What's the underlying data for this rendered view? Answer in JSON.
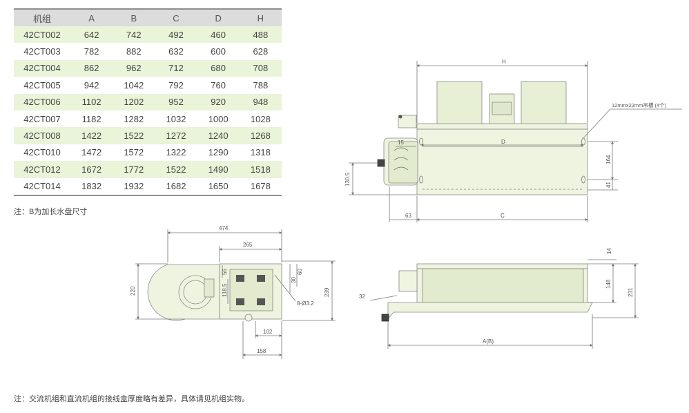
{
  "table": {
    "headers": [
      "机组",
      "A",
      "B",
      "C",
      "D",
      "H"
    ],
    "rows": [
      [
        "42CT002",
        "642",
        "742",
        "492",
        "460",
        "488"
      ],
      [
        "42CT003",
        "782",
        "882",
        "632",
        "600",
        "628"
      ],
      [
        "42CT004",
        "862",
        "962",
        "712",
        "680",
        "708"
      ],
      [
        "42CT005",
        "942",
        "1042",
        "792",
        "760",
        "788"
      ],
      [
        "42CT006",
        "1102",
        "1202",
        "952",
        "920",
        "948"
      ],
      [
        "42CT007",
        "1182",
        "1282",
        "1032",
        "1000",
        "1028"
      ],
      [
        "42CT008",
        "1422",
        "1522",
        "1272",
        "1240",
        "1268"
      ],
      [
        "42CT010",
        "1472",
        "1572",
        "1322",
        "1290",
        "1318"
      ],
      [
        "42CT012",
        "1672",
        "1772",
        "1522",
        "1490",
        "1518"
      ],
      [
        "42CT014",
        "1832",
        "1932",
        "1682",
        "1650",
        "1678"
      ]
    ]
  },
  "notes": {
    "table_note": "注：B为加长水盘尺寸",
    "bottom_note": "注：交流机组和直流机组的接线盒厚度略有差异，具体请见机组实物。"
  },
  "top_view": {
    "dim_H": "H",
    "dim_D": "D",
    "dim_C": "C",
    "dim_15": "15",
    "dim_63": "63",
    "dim_130_5": "130.5",
    "dim_164": "164",
    "dim_41": "41",
    "slot_label": "12mmx22mm吊槽 (4个)"
  },
  "side_view": {
    "dim_474": "474",
    "dim_265": "265",
    "dim_220": "220",
    "dim_56": "56",
    "dim_118_5": "118.5",
    "dim_30": "30",
    "dim_60": "60",
    "dim_239": "239",
    "holes": "8-Ø3.2",
    "dim_102": "102",
    "dim_158": "158"
  },
  "front_view": {
    "dim_14": "14",
    "dim_148": "148",
    "dim_231": "231",
    "dim_32": "32",
    "dim_AB": "A(B)"
  }
}
